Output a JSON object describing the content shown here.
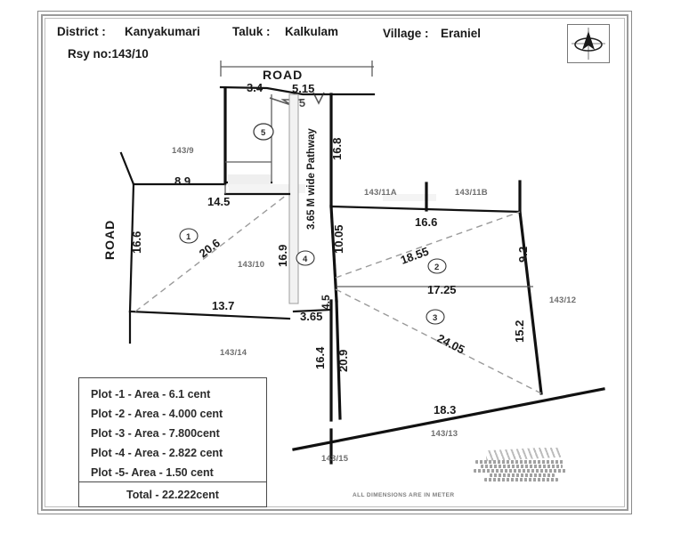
{
  "header": {
    "district_label": "District  :",
    "district_value": "Kanyakumari",
    "taluk_label": "Taluk  :",
    "taluk_value": "Kalkulam",
    "village_label": "Village  :",
    "village_value": "Eraniel",
    "rsy_no": "Rsy no:143/10"
  },
  "compass": {
    "icon": "north-arrow-icon"
  },
  "map": {
    "road_top_label": "ROAD",
    "road_left_label": "ROAD",
    "pathway_label": "3.65 M wide Pathway",
    "dimensions": {
      "top_left": "3.4",
      "top_right": "5.15",
      "top_overlap": "4.5",
      "left_upper": "8.9",
      "left_upper2": "14.5",
      "left_side": "16.6",
      "plot1_diag": "20.6",
      "bottom_left": "13.7",
      "path_left": "16.9",
      "path_right_upper": "16.8",
      "path_right_lower": "10.05",
      "path_bottom": "3.65",
      "path_bottom_right": "4.5",
      "right_top": "16.6",
      "plot2_diag": "18.55",
      "right_side_upper": "9.2",
      "mid_right": "17.25",
      "plot3_diag": "24.05",
      "right_side_lower": "15.2",
      "bottom_vert_a": "16.4",
      "bottom_vert_b": "20.9",
      "bottom_right": "18.3"
    },
    "survey_numbers": {
      "n1": "143/9",
      "n2": "143/10",
      "n3": "143/11A",
      "n4": "143/11B",
      "n5": "143/12",
      "n6": "143/13",
      "n7": "143/14",
      "n8": "143/15"
    },
    "plot_markers": {
      "p1": "1",
      "p2": "2",
      "p3": "3",
      "p4": "4",
      "p5": "5"
    }
  },
  "legend": {
    "rows": [
      "Plot  -1 -  Area -   6.1    cent",
      "Plot  -2 -  Area -  4.000 cent",
      "Plot  -3 -  Area -  7.800cent",
      "Plot  -4 -  Area -  2.822 cent",
      "Plot  -5-  Area -  1.50 cent"
    ],
    "total": "Total -  22.222cent"
  },
  "footer": {
    "note": "ALL DIMENSIONS ARE IN METER"
  }
}
